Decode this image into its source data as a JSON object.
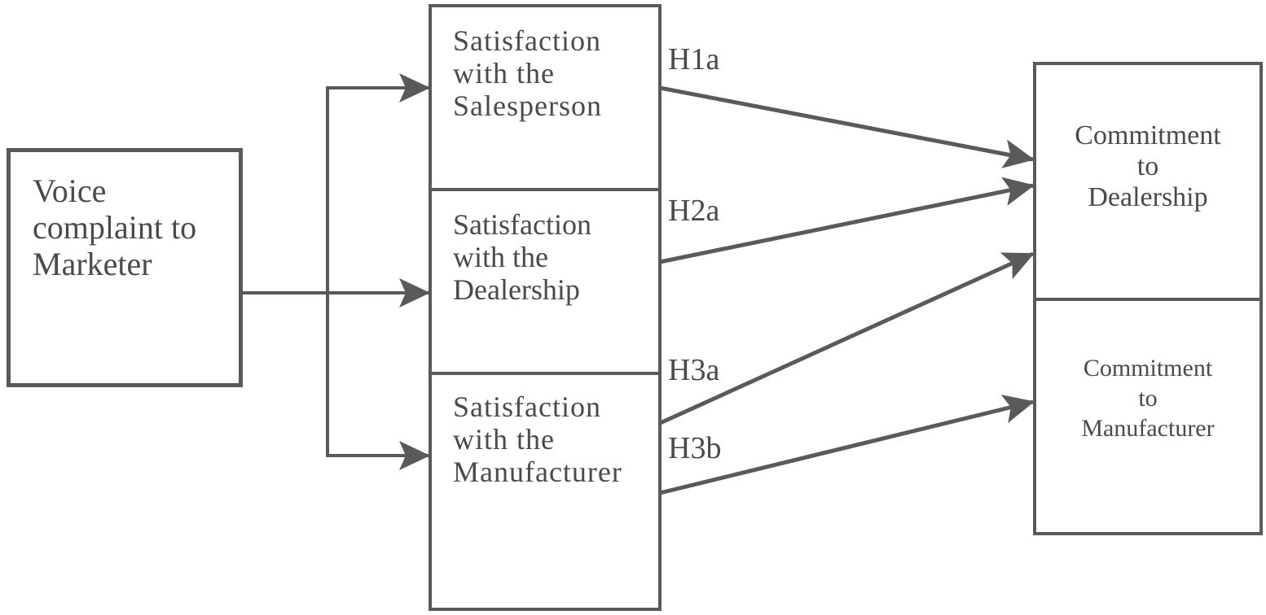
{
  "nodes": {
    "voice": {
      "label": "Voice\ncomplaint to\nMarketer"
    },
    "sat_salesperson": {
      "label": "Satisfaction\nwith the\nSalesperson"
    },
    "sat_dealership": {
      "label": "Satisfaction\nwith the\nDealership"
    },
    "sat_manufacturer": {
      "label": "Satisfaction\nwith the\nManufacturer"
    },
    "commit_dealership": {
      "label": "Commitment\nto\nDealership"
    },
    "commit_manufacturer": {
      "label": "Commitment\nto\nManufacturer"
    }
  },
  "hypotheses": {
    "h1a": "H1a",
    "h2a": "H2a",
    "h3a": "H3a",
    "h3b": "H3b"
  },
  "colors": {
    "line": "#5a5a5a",
    "text": "#4a4a4a",
    "background": "#ffffff"
  }
}
